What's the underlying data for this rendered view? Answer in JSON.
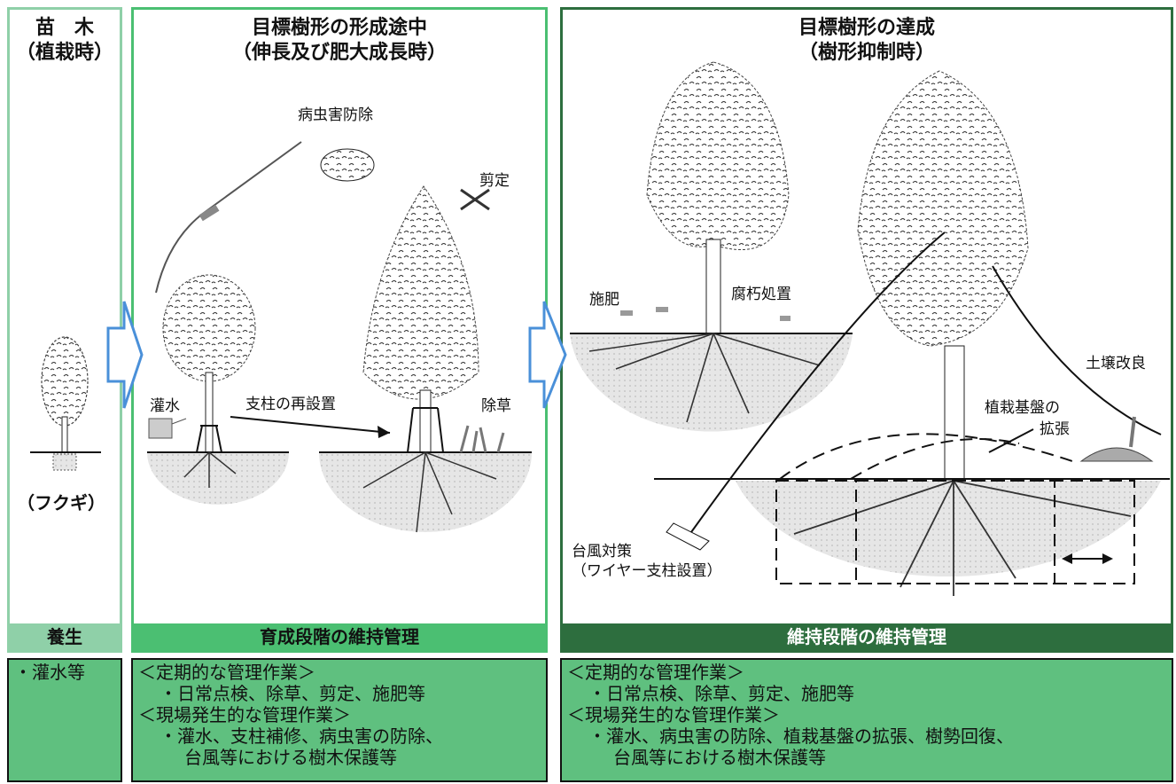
{
  "stages": [
    {
      "title": [
        "苗　木",
        "（植栽時）"
      ],
      "species": "（フクギ）",
      "band": "養生",
      "tasks": [
        "・灌水等"
      ]
    },
    {
      "title": [
        "目標樹形の形成途中",
        "（伸長及び肥大成長時）"
      ],
      "band": "育成段階の維持管理",
      "labels": {
        "pest": "病虫害防除",
        "prune": "剪定",
        "water": "灌水",
        "restake": "支柱の再設置",
        "weed": "除草"
      },
      "tasks": {
        "regular_head": "＜定期的な管理作業＞",
        "regular": "・日常点検、除草、剪定、施肥等",
        "site_head": "＜現場発生的な管理作業＞",
        "site": [
          "・灌水、支柱補修、病虫害の防除、",
          "台風等における樹木保護等"
        ]
      }
    },
    {
      "title": [
        "目標樹形の達成",
        "（樹形抑制時）"
      ],
      "band": "維持段階の維持管理",
      "labels": {
        "fertilize": "施肥",
        "decay": "腐朽処置",
        "soil": "土壌改良",
        "base": [
          "植栽基盤の",
          "拡張"
        ],
        "typhoon": [
          "台風対策",
          "（ワイヤー支柱設置）"
        ]
      },
      "tasks": {
        "regular_head": "＜定期的な管理作業＞",
        "regular": "・日常点検、除草、剪定、施肥等",
        "site_head": "＜現場発生的な管理作業＞",
        "site": [
          "・灌水、病虫害の防除、植栽基盤の拡張、樹勢回復、",
          "台風等における樹木保護等"
        ]
      }
    }
  ],
  "colors": {
    "light": "#8fd0a8",
    "mid": "#4bbf72",
    "dark": "#2d6e3e",
    "box": "#5fc07f",
    "arrow": "#4a90d9"
  }
}
